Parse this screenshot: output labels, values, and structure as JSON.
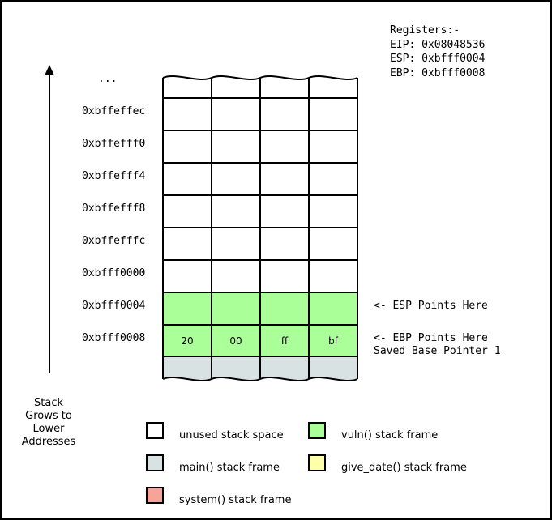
{
  "registers": {
    "title": "Registers:-",
    "lines": [
      "EIP: 0x08048536",
      "ESP: 0xbfff0004",
      "EBP: 0xbfff0008"
    ]
  },
  "stack": {
    "ellipsis": "...",
    "rows": [
      {
        "address": "0xbffeffec",
        "frame": "unused",
        "bytes": [
          "",
          "",
          "",
          ""
        ]
      },
      {
        "address": "0xbffefff0",
        "frame": "unused",
        "bytes": [
          "",
          "",
          "",
          ""
        ]
      },
      {
        "address": "0xbffefff4",
        "frame": "unused",
        "bytes": [
          "",
          "",
          "",
          ""
        ]
      },
      {
        "address": "0xbffefff8",
        "frame": "unused",
        "bytes": [
          "",
          "",
          "",
          ""
        ]
      },
      {
        "address": "0xbffefffc",
        "frame": "unused",
        "bytes": [
          "",
          "",
          "",
          ""
        ]
      },
      {
        "address": "0xbfff0000",
        "frame": "unused",
        "bytes": [
          "",
          "",
          "",
          ""
        ]
      },
      {
        "address": "0xbfff0004",
        "frame": "vuln",
        "bytes": [
          "",
          "",
          "",
          ""
        ]
      },
      {
        "address": "0xbfff0008",
        "frame": "vuln",
        "bytes": [
          "20",
          "00",
          "ff",
          "bf"
        ]
      }
    ],
    "bottom_frame": "main"
  },
  "annotations": {
    "esp": "<- ESP Points Here",
    "ebp": "<- EBP Points Here",
    "saved_bp": "Saved Base Pointer 1"
  },
  "growth_label": [
    "Stack",
    "Grows to",
    "Lower",
    "Addresses"
  ],
  "legend": [
    {
      "key": "unused",
      "label": "unused stack space",
      "color": "#ffffff"
    },
    {
      "key": "vuln",
      "label": "vuln() stack frame",
      "color": "#aaff99"
    },
    {
      "key": "main",
      "label": "main() stack frame",
      "color": "#d8e2e2"
    },
    {
      "key": "give_date",
      "label": "give_date() stack frame",
      "color": "#ffffaa"
    },
    {
      "key": "system",
      "label": "system() stack frame",
      "color": "#f7a399"
    }
  ],
  "colors": {
    "unused": "#ffffff",
    "vuln": "#aaff99",
    "main": "#d8e2e2",
    "border": "#000000"
  }
}
